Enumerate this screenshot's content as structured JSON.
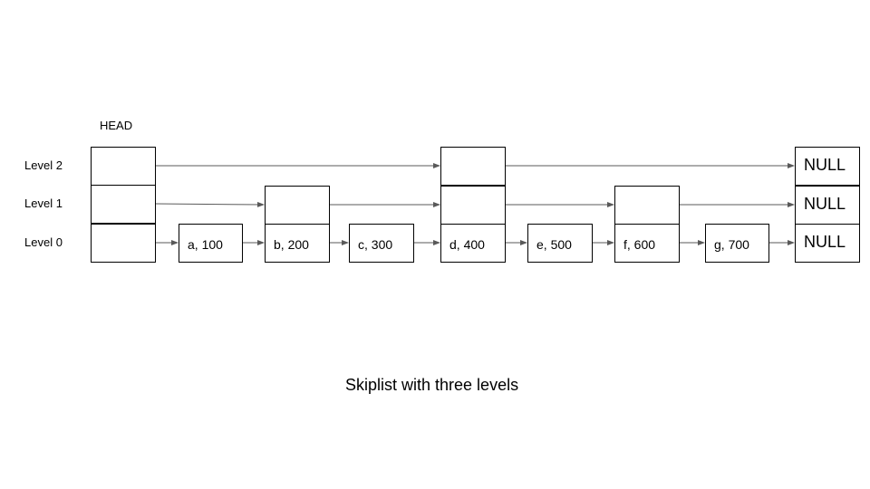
{
  "head_label": "HEAD",
  "level_labels": [
    "Level 2",
    "Level 1",
    "Level 0"
  ],
  "nodes": [
    {
      "label": "a, 100",
      "height": 1
    },
    {
      "label": "b, 200",
      "height": 2
    },
    {
      "label": "c, 300",
      "height": 1
    },
    {
      "label": "d, 400",
      "height": 3
    },
    {
      "label": "e, 500",
      "height": 1
    },
    {
      "label": "f, 600",
      "height": 2
    },
    {
      "label": "g, 700",
      "height": 1
    }
  ],
  "null_label": "NULL",
  "caption": "Skiplist with three levels"
}
